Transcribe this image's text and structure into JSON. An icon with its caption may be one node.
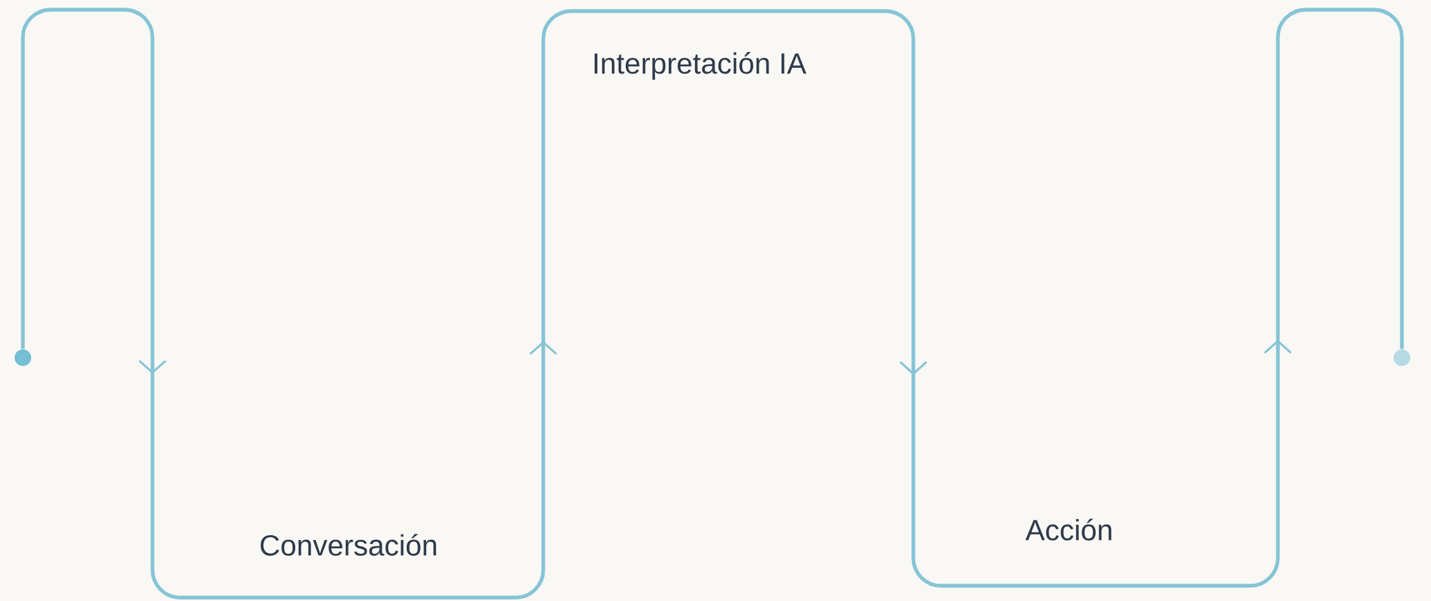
{
  "diagram": {
    "nodes": [
      {
        "text": [],
        "shape": "circle"
      },
      {
        "text": [],
        "shape": "circle"
      }
    ],
    "edges": [
      {
        "from": 0,
        "to": 1,
        "arrow": "to"
      }
    ],
    "labels": [
      "Conversación",
      "Interpretación IA",
      "Acción"
    ]
  }
}
